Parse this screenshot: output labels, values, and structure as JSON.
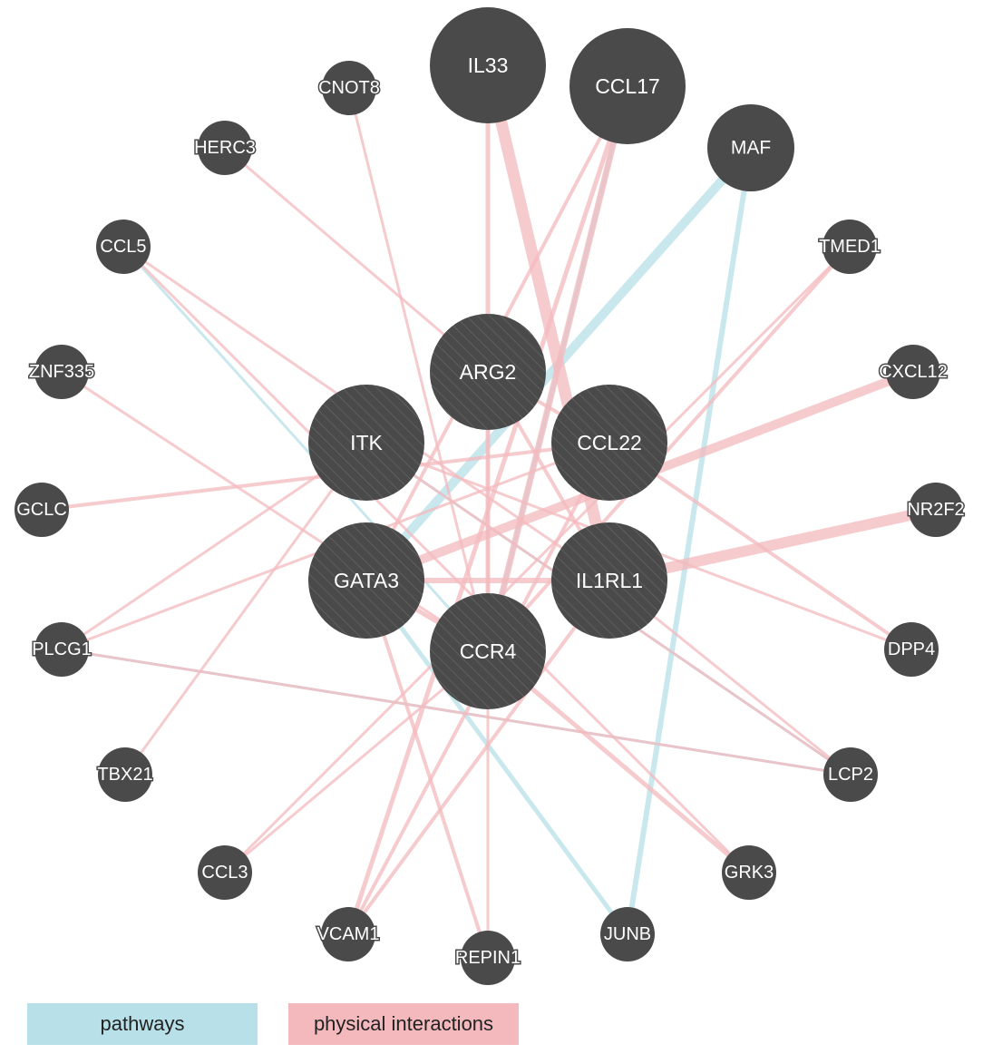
{
  "colors": {
    "pathways": "#b7e0e8",
    "physical_interactions": "#f3b9bd",
    "node_fill": "#4a4a4a",
    "label_text": "#ffffff"
  },
  "legend": {
    "pathways": "pathways",
    "physical_interactions": "physical interactions"
  },
  "nodes": [
    {
      "id": "IL33",
      "label": "IL33",
      "size": "large",
      "query": false
    },
    {
      "id": "CCL17",
      "label": "CCL17",
      "size": "large",
      "query": false
    },
    {
      "id": "MAF",
      "label": "MAF",
      "size": "medium",
      "query": false
    },
    {
      "id": "CNOT8",
      "label": "CNOT8",
      "size": "small",
      "query": false
    },
    {
      "id": "HERC3",
      "label": "HERC3",
      "size": "small",
      "query": false
    },
    {
      "id": "CCL5",
      "label": "CCL5",
      "size": "small",
      "query": false
    },
    {
      "id": "TMED1",
      "label": "TMED1",
      "size": "small",
      "query": false
    },
    {
      "id": "ZNF335",
      "label": "ZNF335",
      "size": "small",
      "query": false
    },
    {
      "id": "CXCL12",
      "label": "CXCL12",
      "size": "small",
      "query": false
    },
    {
      "id": "GCLC",
      "label": "GCLC",
      "size": "small",
      "query": false
    },
    {
      "id": "NR2F2",
      "label": "NR2F2",
      "size": "small",
      "query": false
    },
    {
      "id": "PLCG1",
      "label": "PLCG1",
      "size": "small",
      "query": false
    },
    {
      "id": "DPP4",
      "label": "DPP4",
      "size": "small",
      "query": false
    },
    {
      "id": "TBX21",
      "label": "TBX21",
      "size": "small",
      "query": false
    },
    {
      "id": "LCP2",
      "label": "LCP2",
      "size": "small",
      "query": false
    },
    {
      "id": "CCL3",
      "label": "CCL3",
      "size": "small",
      "query": false
    },
    {
      "id": "GRK3",
      "label": "GRK3",
      "size": "small",
      "query": false
    },
    {
      "id": "VCAM1",
      "label": "VCAM1",
      "size": "small",
      "query": false
    },
    {
      "id": "REPIN1",
      "label": "REPIN1",
      "size": "small",
      "query": false
    },
    {
      "id": "JUNB",
      "label": "JUNB",
      "size": "small",
      "query": false
    },
    {
      "id": "ARG2",
      "label": "ARG2",
      "size": "large",
      "query": true
    },
    {
      "id": "ITK",
      "label": "ITK",
      "size": "large",
      "query": true
    },
    {
      "id": "CCL22",
      "label": "CCL22",
      "size": "large",
      "query": true
    },
    {
      "id": "GATA3",
      "label": "GATA3",
      "size": "large",
      "query": true
    },
    {
      "id": "IL1RL1",
      "label": "IL1RL1",
      "size": "large",
      "query": true
    },
    {
      "id": "CCR4",
      "label": "CCR4",
      "size": "large",
      "query": true
    }
  ],
  "edges": [
    {
      "source": "MAF",
      "target": "GATA3",
      "type": "pathways",
      "weight": 10
    },
    {
      "source": "MAF",
      "target": "JUNB",
      "type": "pathways",
      "weight": 6
    },
    {
      "source": "CCL17",
      "target": "CCR4",
      "type": "pathways",
      "weight": 5
    },
    {
      "source": "CCL5",
      "target": "CCR4",
      "type": "pathways",
      "weight": 3
    },
    {
      "source": "GATA3",
      "target": "JUNB",
      "type": "pathways",
      "weight": 5
    },
    {
      "source": "PLCG1",
      "target": "LCP2",
      "type": "pathways",
      "weight": 3
    },
    {
      "source": "ITK",
      "target": "LCP2",
      "type": "pathways",
      "weight": 3
    },
    {
      "source": "IL33",
      "target": "IL1RL1",
      "type": "physical_interactions",
      "weight": 13
    },
    {
      "source": "IL33",
      "target": "CCR4",
      "type": "physical_interactions",
      "weight": 5
    },
    {
      "source": "CCL17",
      "target": "CCR4",
      "type": "physical_interactions",
      "weight": 7
    },
    {
      "source": "CCL17",
      "target": "VCAM1",
      "type": "physical_interactions",
      "weight": 5
    },
    {
      "source": "CCL17",
      "target": "GATA3",
      "type": "physical_interactions",
      "weight": 4
    },
    {
      "source": "CXCL12",
      "target": "GATA3",
      "type": "physical_interactions",
      "weight": 10
    },
    {
      "source": "NR2F2",
      "target": "IL1RL1",
      "type": "physical_interactions",
      "weight": 12
    },
    {
      "source": "CCR4",
      "target": "GATA3",
      "type": "physical_interactions",
      "weight": 5
    },
    {
      "source": "IL1RL1",
      "target": "GATA3",
      "type": "physical_interactions",
      "weight": 6
    },
    {
      "source": "TMED1",
      "target": "CCR4",
      "type": "physical_interactions",
      "weight": 4
    },
    {
      "source": "TMED1",
      "target": "CCL3",
      "type": "physical_interactions",
      "weight": 3
    },
    {
      "source": "DPP4",
      "target": "CCL22",
      "type": "physical_interactions",
      "weight": 4
    },
    {
      "source": "DPP4",
      "target": "ITK",
      "type": "physical_interactions",
      "weight": 3
    },
    {
      "source": "GCLC",
      "target": "CCL22",
      "type": "physical_interactions",
      "weight": 4
    },
    {
      "source": "ZNF335",
      "target": "CCR4",
      "type": "physical_interactions",
      "weight": 3
    },
    {
      "source": "CCL5",
      "target": "IL1RL1",
      "type": "physical_interactions",
      "weight": 3
    },
    {
      "source": "CCL5",
      "target": "GRK3",
      "type": "physical_interactions",
      "weight": 3
    },
    {
      "source": "HERC3",
      "target": "ARG2",
      "type": "physical_interactions",
      "weight": 3
    },
    {
      "source": "CNOT8",
      "target": "CCR4",
      "type": "physical_interactions",
      "weight": 3
    },
    {
      "source": "PLCG1",
      "target": "ITK",
      "type": "physical_interactions",
      "weight": 3
    },
    {
      "source": "PLCG1",
      "target": "CCL22",
      "type": "physical_interactions",
      "weight": 3
    },
    {
      "source": "PLCG1",
      "target": "LCP2",
      "type": "physical_interactions",
      "weight": 3
    },
    {
      "source": "TBX21",
      "target": "ITK",
      "type": "physical_interactions",
      "weight": 3
    },
    {
      "source": "GATA3",
      "target": "REPIN1",
      "type": "physical_interactions",
      "weight": 4
    },
    {
      "source": "ARG2",
      "target": "REPIN1",
      "type": "physical_interactions",
      "weight": 3
    },
    {
      "source": "CCR4",
      "target": "CCL3",
      "type": "physical_interactions",
      "weight": 3
    },
    {
      "source": "IL1RL1",
      "target": "LCP2",
      "type": "physical_interactions",
      "weight": 3
    },
    {
      "source": "ITK",
      "target": "LCP2",
      "type": "physical_interactions",
      "weight": 3
    },
    {
      "source": "CCR4",
      "target": "GRK3",
      "type": "physical_interactions",
      "weight": 5
    },
    {
      "source": "CCL22",
      "target": "VCAM1",
      "type": "physical_interactions",
      "weight": 4
    },
    {
      "source": "IL1RL1",
      "target": "VCAM1",
      "type": "physical_interactions",
      "weight": 4
    },
    {
      "source": "ARG2",
      "target": "CCL22",
      "type": "physical_interactions",
      "weight": 4
    },
    {
      "source": "ARG2",
      "target": "IL1RL1",
      "type": "physical_interactions",
      "weight": 4
    }
  ]
}
